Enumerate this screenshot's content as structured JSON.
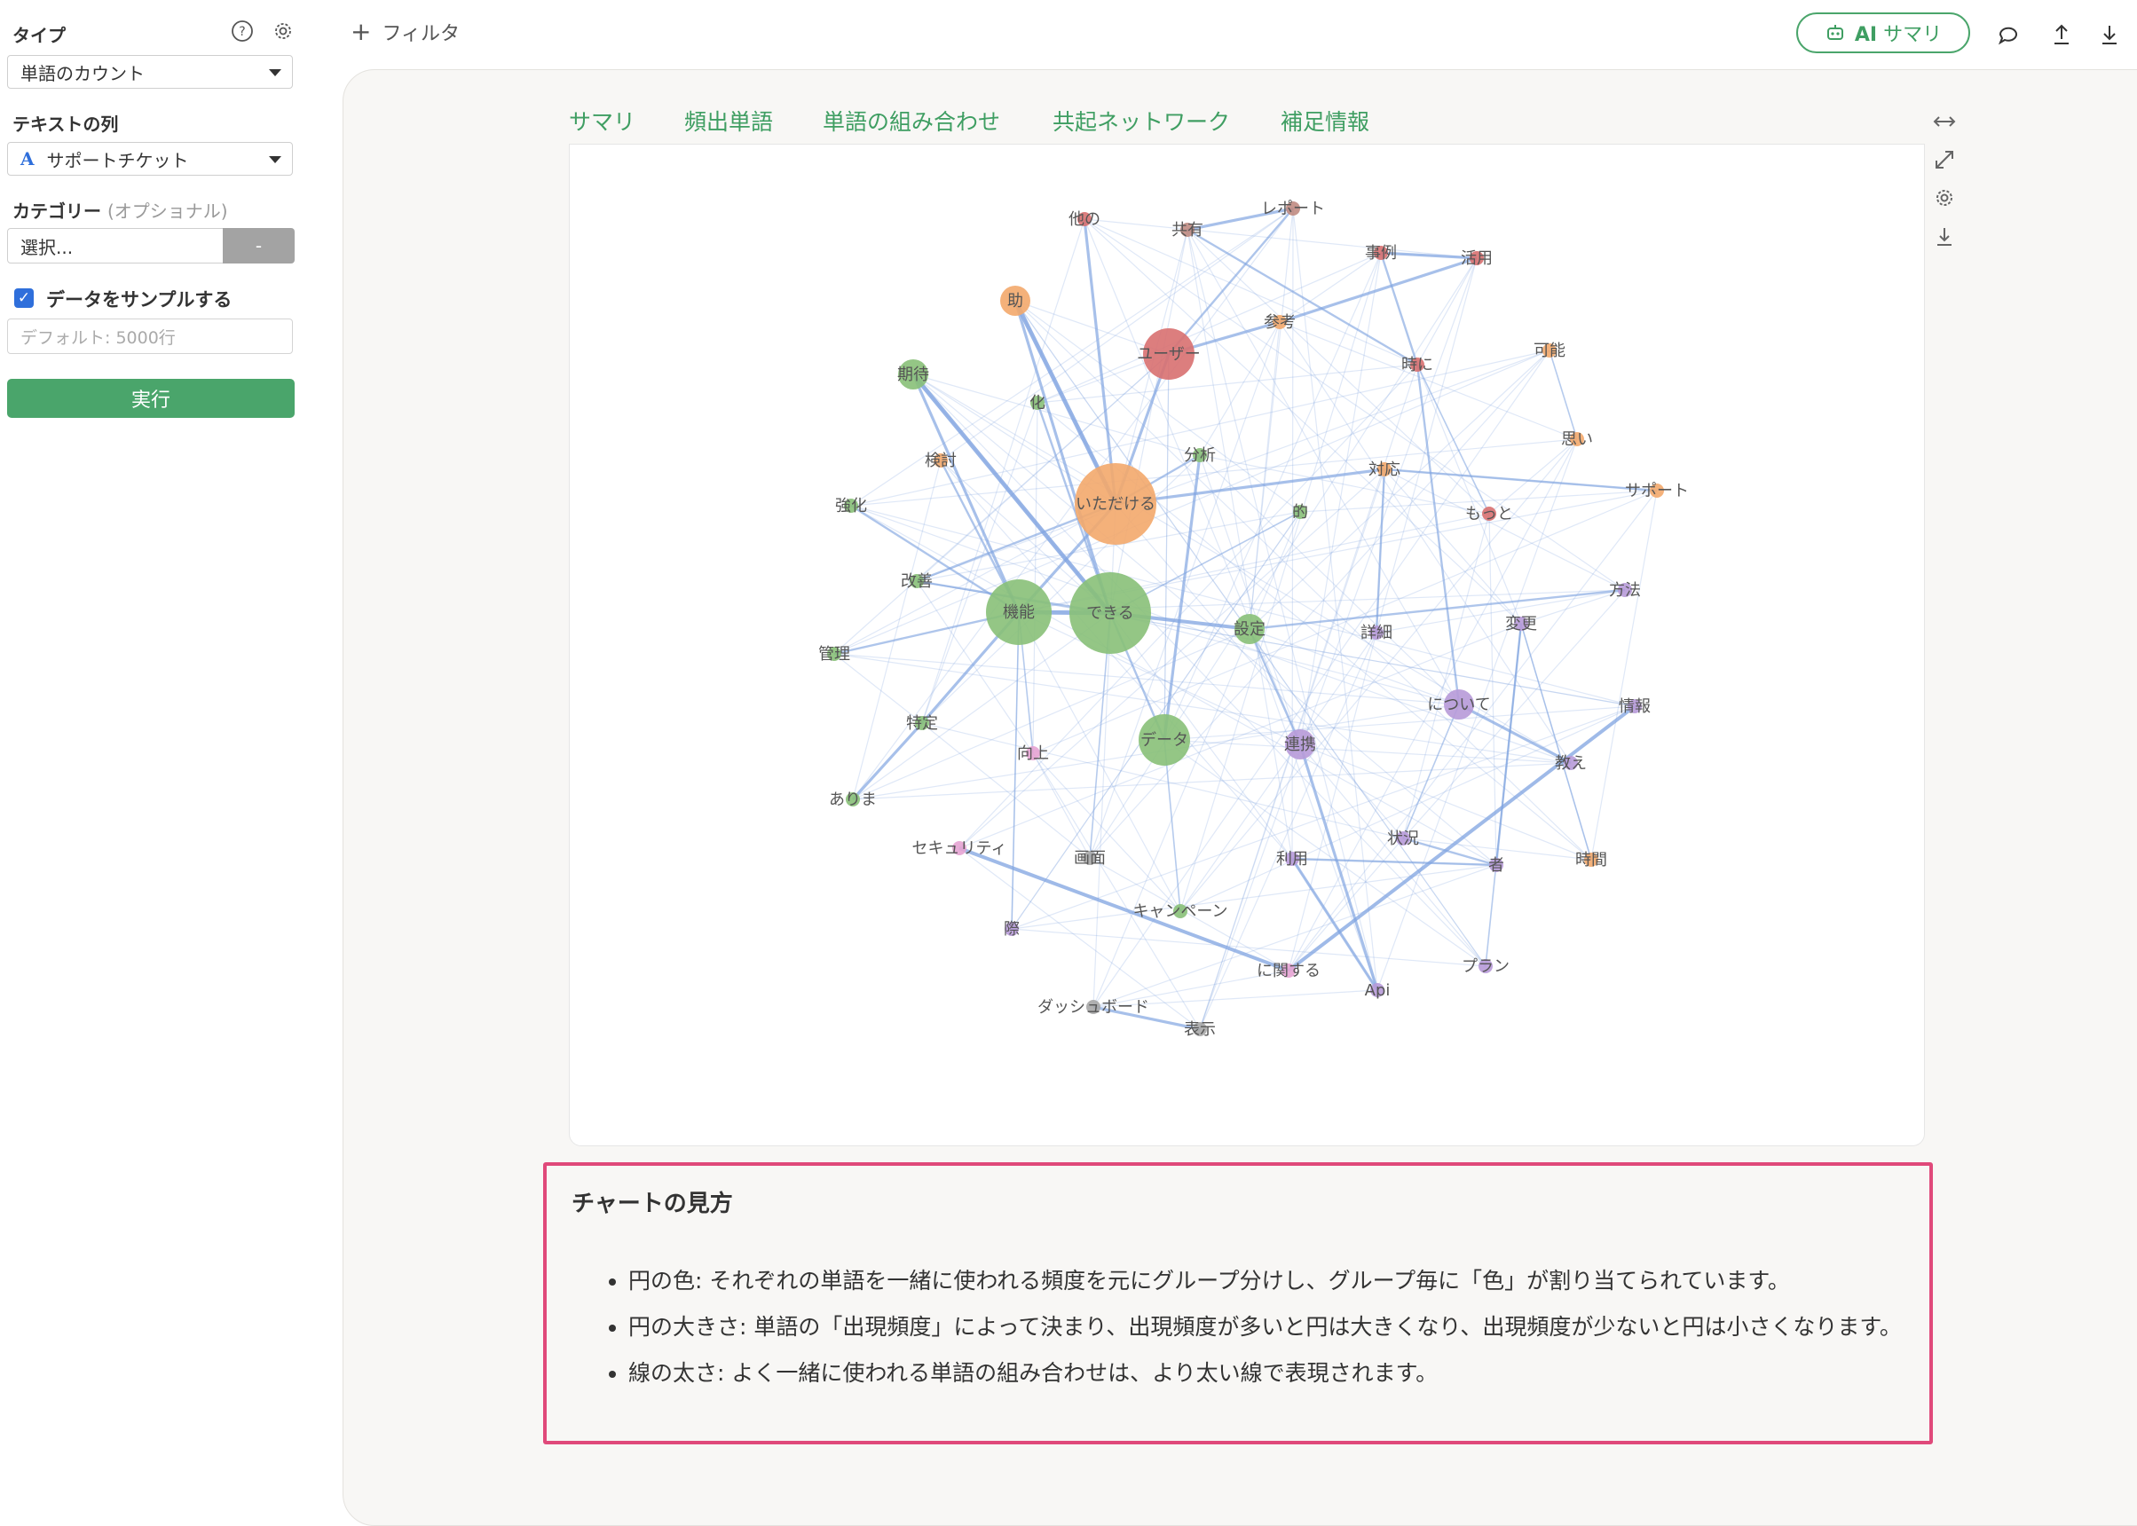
{
  "sidebar": {
    "type_label": "タイプ",
    "type_value": "単語のカウント",
    "text_col_label": "テキストの列",
    "text_col_icon": "A",
    "text_col_value": "サポートチケット",
    "category_label": "カテゴリー",
    "category_optional": "(オプショナル)",
    "category_placeholder": "選択...",
    "category_dash": "-",
    "sample_label": "データをサンプルする",
    "sample_checked": true,
    "sample_placeholder": "デフォルト: 5000行",
    "run_label": "実行",
    "icons": [
      "help-icon",
      "gear-icon"
    ]
  },
  "topbar": {
    "filter_label": "フィルタ",
    "ai_label_bold": "AI",
    "ai_label": "サマリ",
    "icons": [
      "robot-icon",
      "comment-icon",
      "upload-icon",
      "download-icon"
    ]
  },
  "tabs": [
    {
      "label": "サマリ"
    },
    {
      "label": "頻出単語"
    },
    {
      "label": "単語の組み合わせ"
    },
    {
      "label": "共起ネットワーク"
    },
    {
      "label": "補足情報"
    }
  ],
  "side_icons": [
    "expand-horizontal-icon",
    "fullscreen-icon",
    "gear-icon",
    "download-icon"
  ],
  "colors": {
    "accent": "#3f9e62",
    "run_button": "#4aa56b",
    "highlight_border": "#e0497a",
    "edge": "#7fa3e0",
    "group_orange": "#f3a86c",
    "group_green": "#88c078",
    "group_red": "#d87070",
    "group_purple": "#b79ad8",
    "group_pink": "#e6a3d3",
    "group_gray": "#a7a7a7",
    "group_brown": "#c08b82"
  },
  "chart_data": {
    "type": "network",
    "nodes": [
      {
        "id": "他の",
        "group": "red",
        "freq": 1
      },
      {
        "id": "共有",
        "group": "brown",
        "freq": 1
      },
      {
        "id": "レポート",
        "group": "brown",
        "freq": 1
      },
      {
        "id": "事例",
        "group": "red",
        "freq": 1
      },
      {
        "id": "活用",
        "group": "red",
        "freq": 1
      },
      {
        "id": "助",
        "group": "orange",
        "freq": 3
      },
      {
        "id": "参考",
        "group": "orange",
        "freq": 1
      },
      {
        "id": "ユーザー",
        "group": "red",
        "freq": 8
      },
      {
        "id": "可能",
        "group": "orange",
        "freq": 1
      },
      {
        "id": "期待",
        "group": "green",
        "freq": 3
      },
      {
        "id": "化",
        "group": "green",
        "freq": 1
      },
      {
        "id": "時に",
        "group": "red",
        "freq": 1
      },
      {
        "id": "思い",
        "group": "orange",
        "freq": 1
      },
      {
        "id": "検討",
        "group": "orange",
        "freq": 1
      },
      {
        "id": "分析",
        "group": "green",
        "freq": 1
      },
      {
        "id": "対応",
        "group": "orange",
        "freq": 1
      },
      {
        "id": "サポート",
        "group": "orange",
        "freq": 1
      },
      {
        "id": "強化",
        "group": "green",
        "freq": 1
      },
      {
        "id": "いただける",
        "group": "orange",
        "freq": 20
      },
      {
        "id": "的",
        "group": "green",
        "freq": 1
      },
      {
        "id": "もっと",
        "group": "red",
        "freq": 1
      },
      {
        "id": "改善",
        "group": "green",
        "freq": 1
      },
      {
        "id": "方法",
        "group": "purple",
        "freq": 1
      },
      {
        "id": "機能",
        "group": "green",
        "freq": 14
      },
      {
        "id": "できる",
        "group": "green",
        "freq": 20
      },
      {
        "id": "設定",
        "group": "green",
        "freq": 3
      },
      {
        "id": "詳細",
        "group": "purple",
        "freq": 1
      },
      {
        "id": "変更",
        "group": "purple",
        "freq": 1
      },
      {
        "id": "管理",
        "group": "green",
        "freq": 1
      },
      {
        "id": "について",
        "group": "purple",
        "freq": 3
      },
      {
        "id": "情報",
        "group": "purple",
        "freq": 1
      },
      {
        "id": "特定",
        "group": "green",
        "freq": 1
      },
      {
        "id": "データ",
        "group": "green",
        "freq": 8
      },
      {
        "id": "連携",
        "group": "purple",
        "freq": 3
      },
      {
        "id": "向上",
        "group": "pink",
        "freq": 1
      },
      {
        "id": "教え",
        "group": "purple",
        "freq": 1
      },
      {
        "id": "ありま",
        "group": "green",
        "freq": 1
      },
      {
        "id": "状況",
        "group": "purple",
        "freq": 1
      },
      {
        "id": "セキュリティ",
        "group": "pink",
        "freq": 1
      },
      {
        "id": "画面",
        "group": "gray",
        "freq": 1
      },
      {
        "id": "利用",
        "group": "purple",
        "freq": 1
      },
      {
        "id": "者",
        "group": "purple",
        "freq": 1
      },
      {
        "id": "時間",
        "group": "orange",
        "freq": 1
      },
      {
        "id": "キャンペーン",
        "group": "green",
        "freq": 1
      },
      {
        "id": "際",
        "group": "purple",
        "freq": 1
      },
      {
        "id": "に関する",
        "group": "pink",
        "freq": 1
      },
      {
        "id": "プラン",
        "group": "purple",
        "freq": 1
      },
      {
        "id": "Api",
        "group": "purple",
        "freq": 1
      },
      {
        "id": "ダッシュボード",
        "group": "gray",
        "freq": 1
      },
      {
        "id": "表示",
        "group": "gray",
        "freq": 1
      }
    ],
    "edges": [
      [
        "他の",
        "いただける",
        2
      ],
      [
        "助",
        "いただける",
        3
      ],
      [
        "助",
        "できる",
        2
      ],
      [
        "期待",
        "できる",
        3
      ],
      [
        "期待",
        "機能",
        2
      ],
      [
        "ユーザー",
        "いただける",
        2
      ],
      [
        "ユーザー",
        "参考",
        2
      ],
      [
        "参考",
        "活用",
        2
      ],
      [
        "共有",
        "レポート",
        2
      ],
      [
        "共有",
        "時に",
        1.5
      ],
      [
        "事例",
        "活用",
        2
      ],
      [
        "事例",
        "時に",
        1.5
      ],
      [
        "いただける",
        "機能",
        2
      ],
      [
        "いただける",
        "改善",
        1.5
      ],
      [
        "いただける",
        "対応",
        2
      ],
      [
        "いただける",
        "分析",
        1.5
      ],
      [
        "できる",
        "機能",
        3
      ],
      [
        "できる",
        "設定",
        2.5
      ],
      [
        "できる",
        "データ",
        1.5
      ],
      [
        "できる",
        "改善",
        1.5
      ],
      [
        "機能",
        "特定",
        2
      ],
      [
        "特定",
        "ありま",
        2
      ],
      [
        "機能",
        "管理",
        1.5
      ],
      [
        "機能",
        "強化",
        1.5
      ],
      [
        "分析",
        "データ",
        2
      ],
      [
        "設定",
        "方法",
        1.5
      ],
      [
        "設定",
        "連携",
        1.5
      ],
      [
        "対応",
        "詳細",
        1.5
      ],
      [
        "対応",
        "サポート",
        1.5
      ],
      [
        "時に",
        "について",
        1.5
      ],
      [
        "について",
        "教え",
        2
      ],
      [
        "情報",
        "に関する",
        2.5
      ],
      [
        "連携",
        "Api",
        2
      ],
      [
        "利用",
        "Api",
        2
      ],
      [
        "利用",
        "者",
        1.5
      ],
      [
        "状況",
        "者",
        1.5
      ],
      [
        "セキュリティ",
        "に関する",
        2.5
      ],
      [
        "ダッシュボード",
        "表示",
        2
      ],
      [
        "変更",
        "者",
        1.5
      ],
      [
        "化",
        "できる",
        1.5
      ],
      [
        "検討",
        "機能",
        1.5
      ],
      [
        "可能",
        "思い",
        1
      ],
      [
        "もっと",
        "時に",
        1
      ],
      [
        "的",
        "できる",
        1
      ],
      [
        "向上",
        "機能",
        1
      ],
      [
        "画面",
        "できる",
        1
      ],
      [
        "キャンペーン",
        "データ",
        1
      ],
      [
        "際",
        "機能",
        1
      ],
      [
        "時間",
        "変更",
        1
      ],
      [
        "プラン",
        "変更",
        1
      ],
      [
        "状況",
        "について",
        1
      ],
      [
        "ユーザー",
        "レポート",
        1.5
      ]
    ]
  },
  "legend": {
    "title": "チャートの見方",
    "items": [
      "円の色: それぞれの単語を一緒に使われる頻度を元にグループ分けし、グループ毎に「色」が割り当てられています。",
      "円の大きさ: 単語の「出現頻度」によって決まり、出現頻度が多いと円は大きくなり、出現頻度が少ないと円は小さくなります。",
      "線の太さ: よく一緒に使われる単語の組み合わせは、より太い線で表現されます。"
    ]
  }
}
